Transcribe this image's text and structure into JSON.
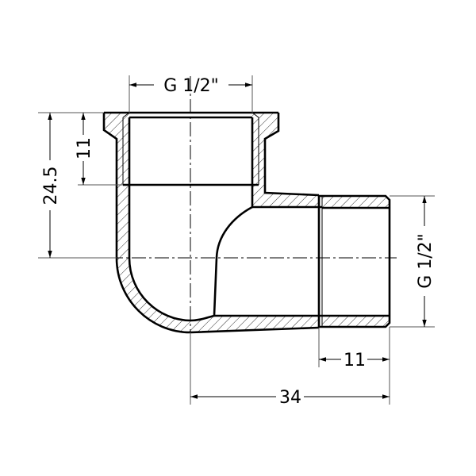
{
  "drawing": {
    "type": "technical-section-drawing",
    "subject": "90-degree elbow fitting, female x male thread",
    "colors": {
      "line": "#000000",
      "extension": "#555555",
      "background": "#ffffff"
    }
  },
  "dimensions": {
    "top_thread": {
      "label": "G 1/2\"",
      "orientation": "horizontal"
    },
    "right_thread": {
      "label": "G 1/2\"",
      "orientation": "vertical"
    },
    "height_to_center": {
      "label": "24.5",
      "orientation": "vertical"
    },
    "female_thread_depth": {
      "label": "11",
      "orientation": "vertical"
    },
    "male_thread_length": {
      "label": "11",
      "orientation": "horizontal"
    },
    "length_to_center": {
      "label": "34",
      "orientation": "horizontal"
    }
  }
}
